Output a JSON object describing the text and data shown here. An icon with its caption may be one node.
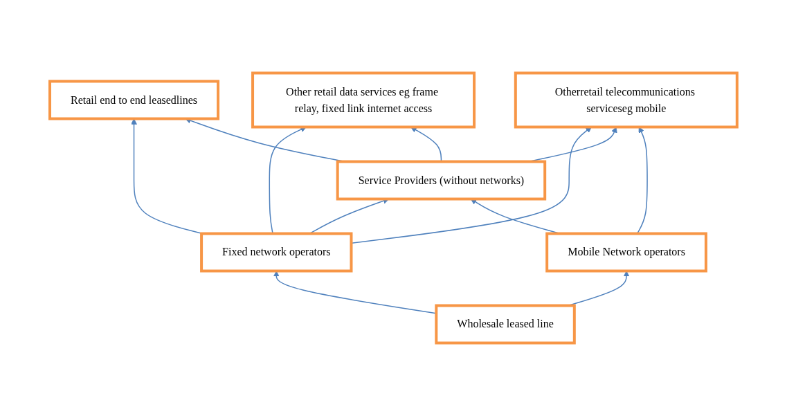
{
  "diagram": {
    "nodes": [
      {
        "text": [
          "Retail end to end leasedlines"
        ]
      },
      {
        "text": [
          "Other retail data services eg frame relay, fixed link internet access"
        ]
      },
      {
        "text": [
          "Otherretail telecommunications serviceseg mobile"
        ]
      },
      {
        "text": [
          "Service Providers (without networks)"
        ]
      },
      {
        "text": [
          "Fixed network operators"
        ]
      },
      {
        "text": [
          "Mobile Network operators"
        ]
      },
      {
        "text": [
          "Wholesale leased line"
        ]
      }
    ],
    "edges": [
      {
        "from": 4,
        "to": 0,
        "arrow": "to"
      },
      {
        "from": 4,
        "to": 1,
        "arrow": "to"
      },
      {
        "from": 4,
        "to": 2,
        "arrow": "to"
      },
      {
        "from": 4,
        "to": 3,
        "arrow": "to"
      },
      {
        "from": 3,
        "to": 0,
        "arrow": "to"
      },
      {
        "from": 3,
        "to": 1,
        "arrow": "to"
      },
      {
        "from": 3,
        "to": 2,
        "arrow": "to"
      },
      {
        "from": 5,
        "to": 3,
        "arrow": "to"
      },
      {
        "from": 5,
        "to": 2,
        "arrow": "to"
      },
      {
        "from": 6,
        "to": 4,
        "arrow": "to"
      },
      {
        "from": 6,
        "to": 5,
        "arrow": "to"
      }
    ]
  }
}
